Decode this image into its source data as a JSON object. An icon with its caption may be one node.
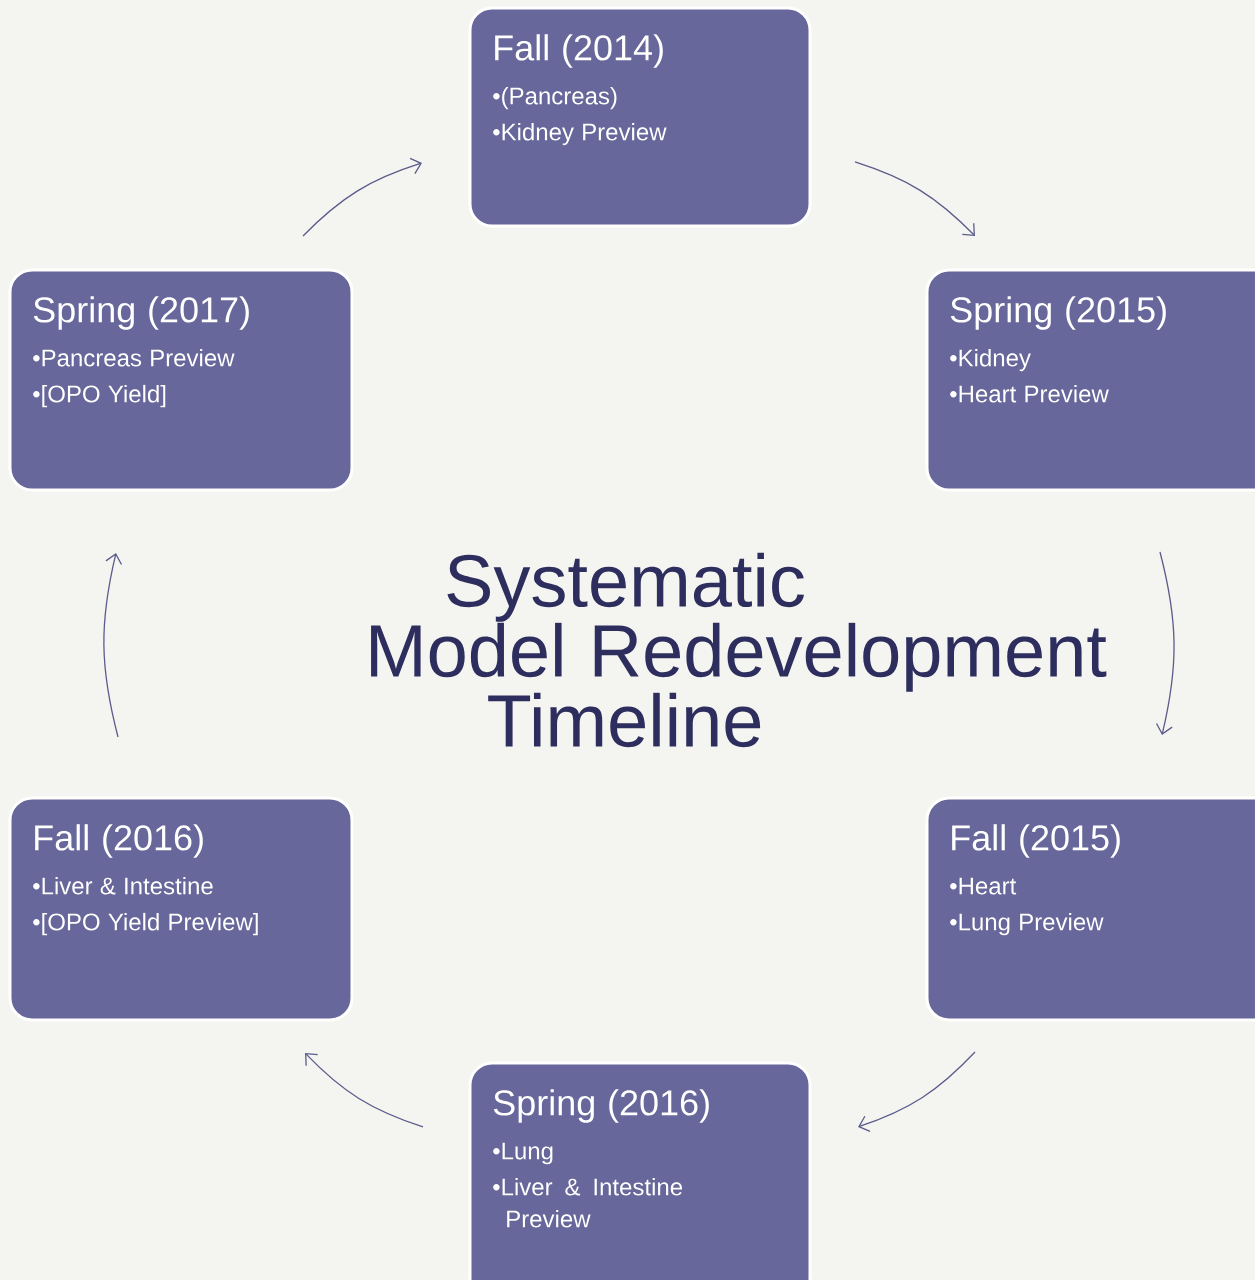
{
  "diagram": {
    "title": "Systematic Model Redevelopment Timeline",
    "nodes": [
      {
        "text": [
          "Fall (2014)",
          "•(Pancreas)",
          "•Kidney Preview"
        ]
      },
      {
        "text": [
          "Spring (2015)",
          "•Kidney",
          "•Heart Preview"
        ]
      },
      {
        "text": [
          "Fall (2015)",
          "•Heart",
          "•Lung Preview"
        ]
      },
      {
        "text": [
          "Spring (2016)",
          "•Lung",
          "•Liver & Intestine Preview"
        ]
      },
      {
        "text": [
          "Fall (2016)",
          "•Liver & Intestine",
          "•[OPO Yield Preview]"
        ]
      },
      {
        "text": [
          "Spring (2017)",
          "•Pancreas Preview",
          "•[OPO Yield]"
        ]
      }
    ],
    "edges": [
      {
        "from": 0,
        "to": 1,
        "arrow": "to"
      },
      {
        "from": 1,
        "to": 2,
        "arrow": "to"
      },
      {
        "from": 2,
        "to": 3,
        "arrow": "to"
      },
      {
        "from": 3,
        "to": 4,
        "arrow": "to"
      },
      {
        "from": 4,
        "to": 5,
        "arrow": "to"
      },
      {
        "from": 5,
        "to": 0,
        "arrow": "to"
      }
    ]
  }
}
